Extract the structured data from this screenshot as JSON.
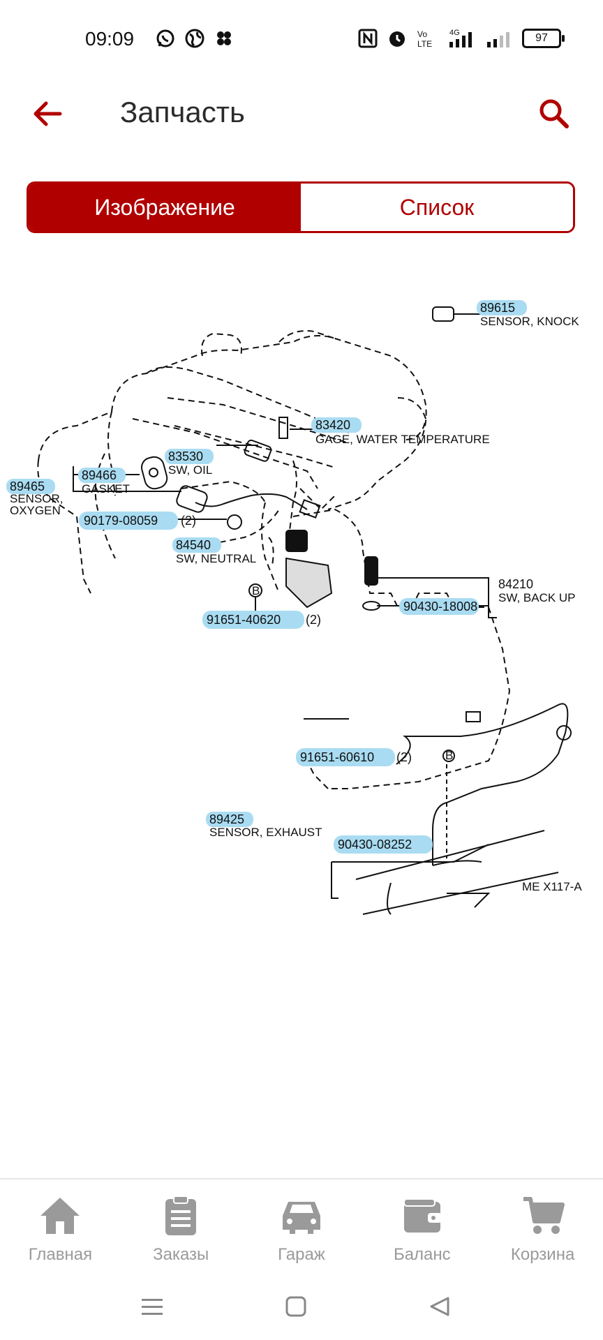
{
  "status": {
    "time": "09:09",
    "battery": "97",
    "icons_left": [
      "whatsapp-icon",
      "globe-icon",
      "app-icon"
    ],
    "icons_right": [
      "nfc-icon",
      "alarm-icon",
      "volte-icon",
      "4g-signal-icon",
      "signal-icon",
      "battery-icon"
    ],
    "network_label": "4G",
    "volte_label": "Vo LTE"
  },
  "appbar": {
    "title": "Запчасть"
  },
  "tabs": [
    {
      "label": "Изображение",
      "active": true
    },
    {
      "label": "Список",
      "active": false
    }
  ],
  "diagram": {
    "labels": {
      "p89615": "89615",
      "p89615_name": "SENSOR, KNOCK",
      "p83420": "83420",
      "p83420_name": "GAGE, WATER TEMPERATURE",
      "p83530": "83530",
      "p83530_name": "SW, OIL",
      "p89465": "89465",
      "p89465_name1": "SENSOR,",
      "p89465_name2": "OXYGEN",
      "p89466": "89466",
      "p89466_name": "GASKET",
      "p90179": "90179-08059",
      "p90179_qty": "(2)",
      "p84540": "84540",
      "p84540_name": "SW, NEUTRAL",
      "p84210": "84210",
      "p84210_name": "SW, BACK UP",
      "p90430a": "90430-18008",
      "p91651a": "91651-40620",
      "p91651a_qty": "(2)",
      "p91651b": "91651-60610",
      "p91651b_qty": "(2)",
      "p89425": "89425",
      "p89425_name": "SENSOR, EXHAUST",
      "p90430b": "90430-08252",
      "ref": "ME X117-A",
      "bolt": "B"
    }
  },
  "nav": [
    {
      "label": "Главная",
      "icon": "home-icon"
    },
    {
      "label": "Заказы",
      "icon": "orders-icon"
    },
    {
      "label": "Гараж",
      "icon": "car-icon"
    },
    {
      "label": "Баланс",
      "icon": "wallet-icon"
    },
    {
      "label": "Корзина",
      "icon": "cart-icon"
    }
  ],
  "colors": {
    "accent": "#b00000",
    "highlight": "#a9dcf2",
    "nav_inactive": "#9a9a9a"
  }
}
